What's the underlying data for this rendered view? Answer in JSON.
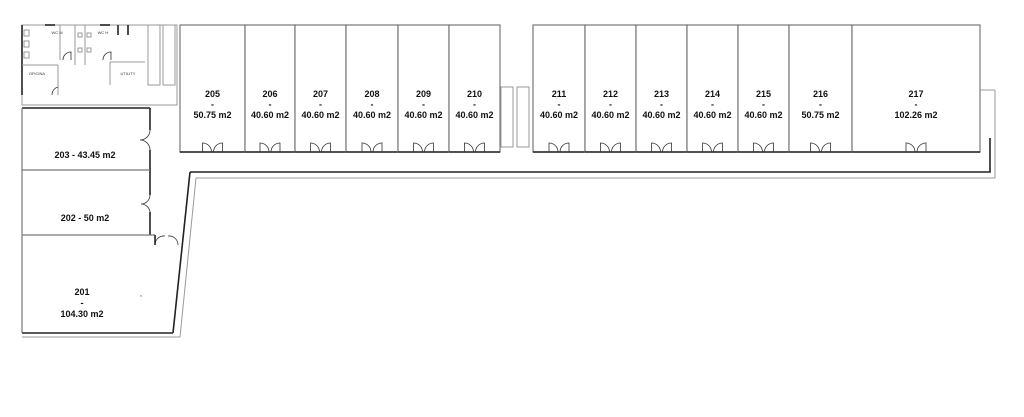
{
  "plan": {
    "service_labels": {
      "wc_m": "WC M",
      "wc_h": "WC H",
      "office": "OFICINA",
      "utility": "UTILITY"
    },
    "top_rooms": [
      {
        "number": "205",
        "dash": "-",
        "area": "50.75 m2"
      },
      {
        "number": "206",
        "dash": "-",
        "area": "40.60 m2"
      },
      {
        "number": "207",
        "dash": "-",
        "area": "40.60 m2"
      },
      {
        "number": "208",
        "dash": "-",
        "area": "40.60 m2"
      },
      {
        "number": "209",
        "dash": "-",
        "area": "40.60 m2"
      },
      {
        "number": "210",
        "dash": "-",
        "area": "40.60 m2"
      },
      {
        "number": "211",
        "dash": "-",
        "area": "40.60 m2"
      },
      {
        "number": "212",
        "dash": "-",
        "area": "40.60 m2"
      },
      {
        "number": "213",
        "dash": "-",
        "area": "40.60 m2"
      },
      {
        "number": "214",
        "dash": "-",
        "area": "40.60 m2"
      },
      {
        "number": "215",
        "dash": "-",
        "area": "40.60 m2"
      },
      {
        "number": "216",
        "dash": "-",
        "area": "50.75 m2"
      },
      {
        "number": "217",
        "dash": "-",
        "area": "102.26 m2"
      }
    ],
    "left_rooms": [
      {
        "label": "203 - 43.45 m2"
      },
      {
        "label": "202 - 50 m2"
      }
    ],
    "room_201": {
      "number": "201",
      "dash": "-",
      "area": "104.30 m2"
    }
  }
}
